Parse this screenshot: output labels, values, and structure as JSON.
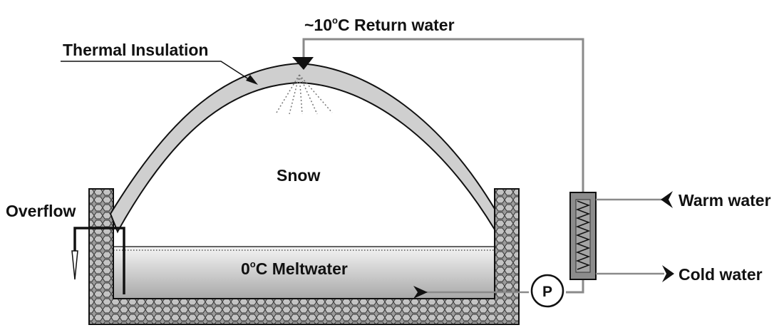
{
  "labels": {
    "return_prefix": "~10",
    "degree_mark": "o",
    "return_suffix": "C Return water",
    "thermal_insulation": "Thermal Insulation",
    "snow": "Snow",
    "overflow": "Overflow",
    "meltwater_prefix": "0",
    "meltwater_suffix": "C Meltwater",
    "warm_water": "Warm water",
    "cold_water": "Cold water",
    "pump": "P"
  },
  "colors": {
    "line": "#111111",
    "pipe": "#8a8a8a",
    "insulation": "#cfcfcf",
    "wall_fill": "#9a9a9a",
    "water_top": "#f4f4f4",
    "water_bottom": "#a8a8a8",
    "exchanger": "#8c8c8c"
  }
}
